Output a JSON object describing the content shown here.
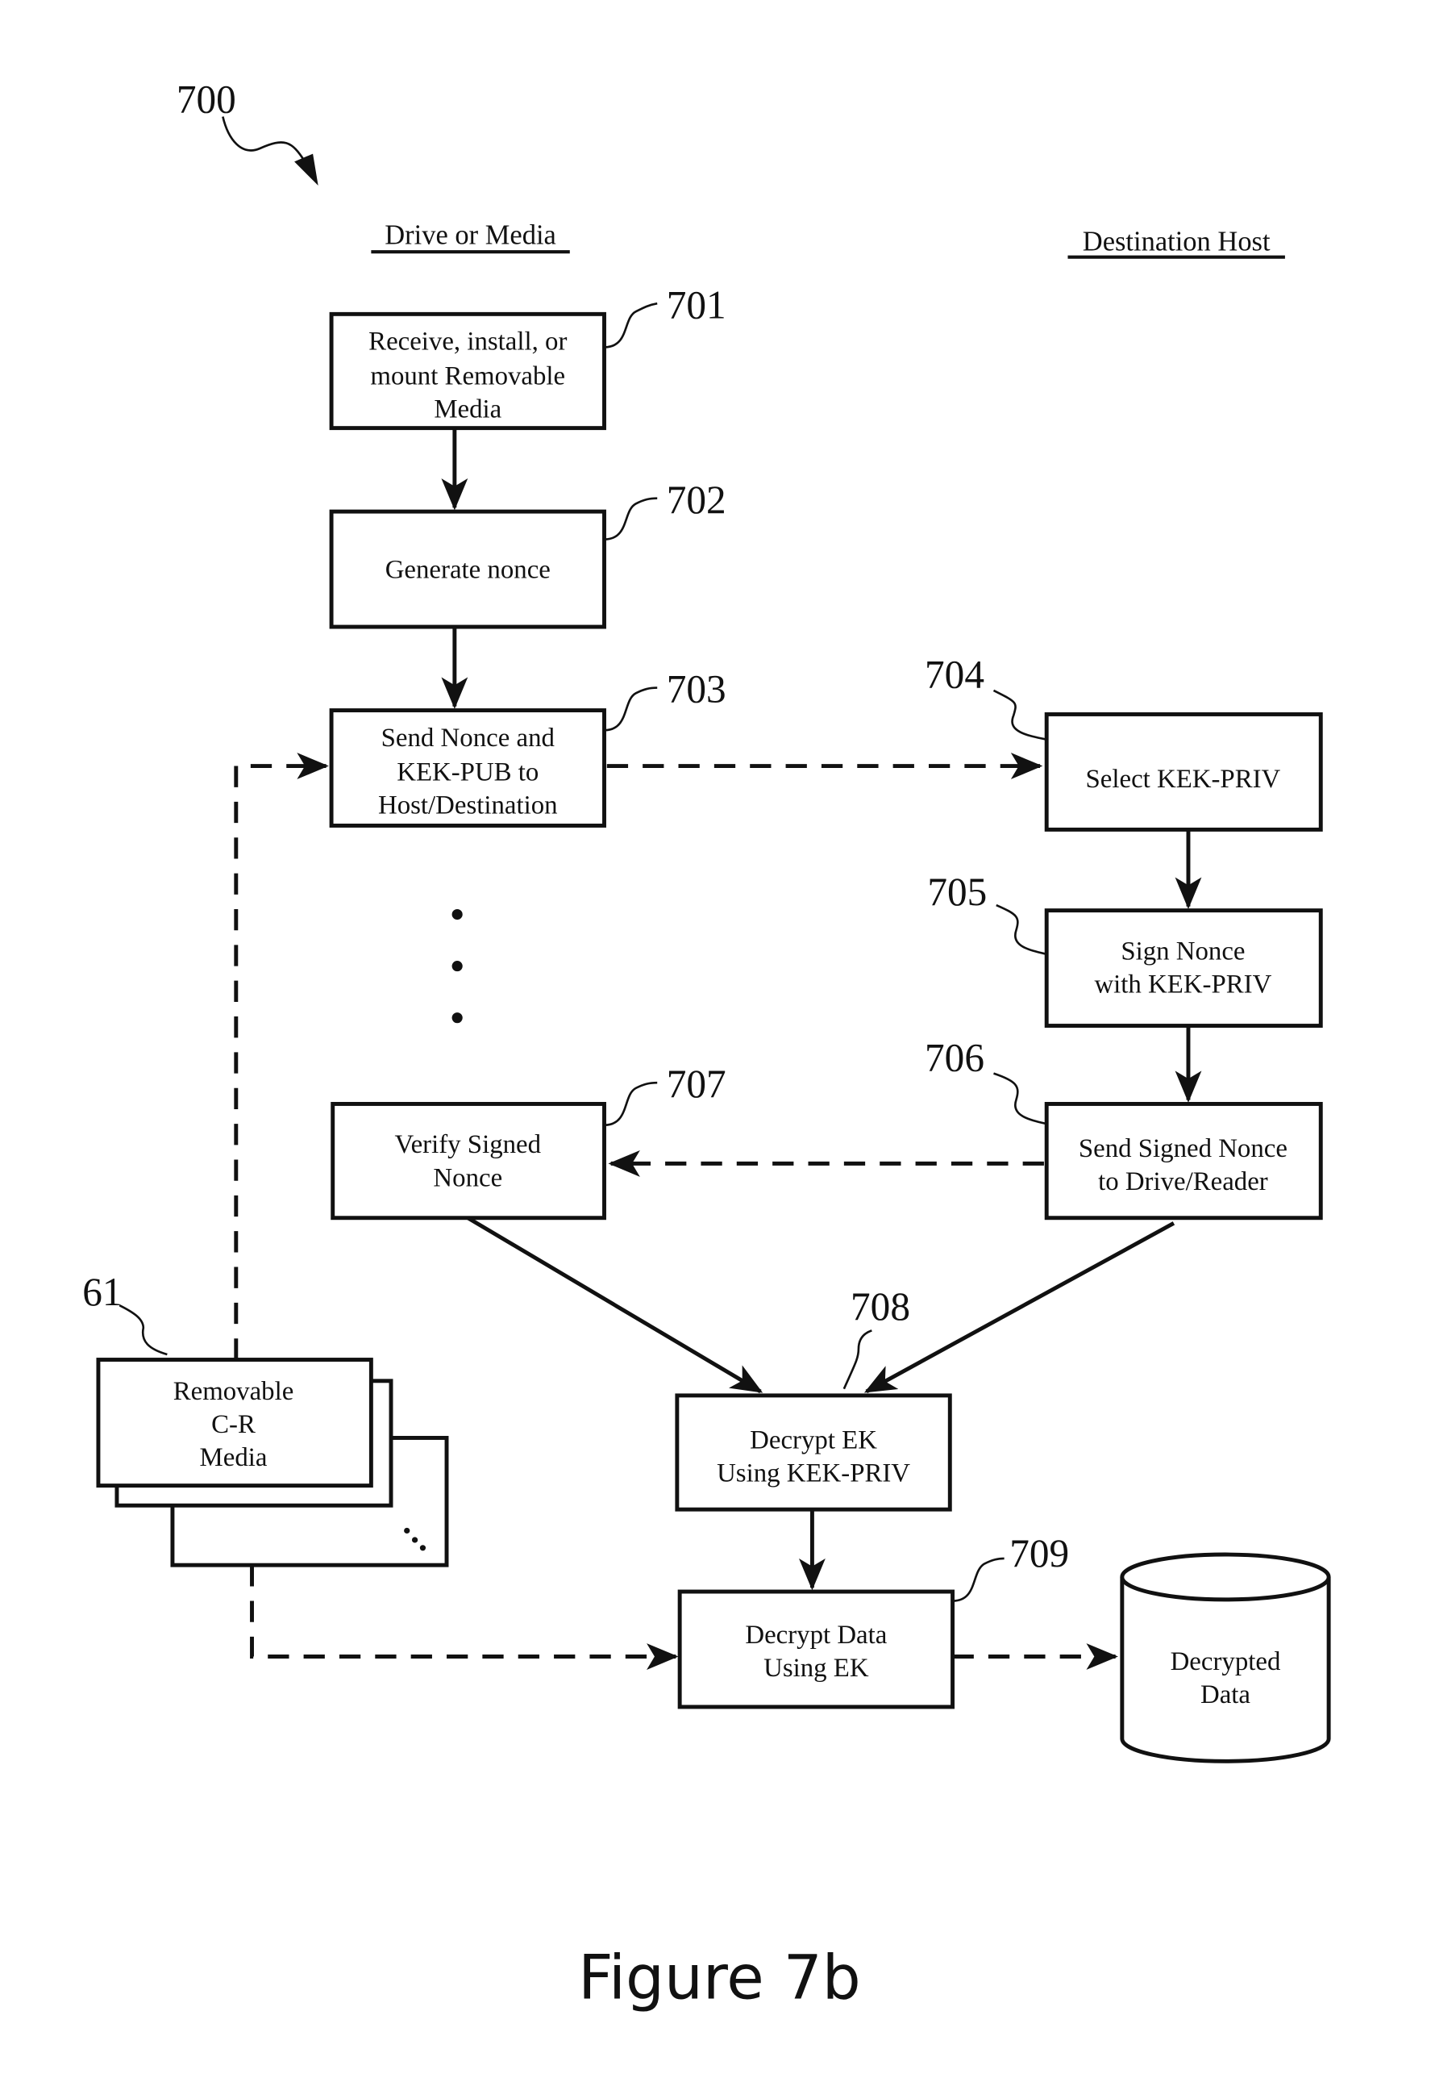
{
  "figure": {
    "ref": "700",
    "caption": "Figure 7b",
    "columns": {
      "left": "Drive or Media",
      "right": "Destination Host"
    }
  },
  "steps": [
    {
      "id": "701",
      "lines": [
        "Receive, install, or",
        "mount Removable",
        "Media"
      ]
    },
    {
      "id": "702",
      "lines": [
        "Generate nonce"
      ]
    },
    {
      "id": "703",
      "lines": [
        "Send Nonce and",
        "KEK-PUB to",
        "Host/Destination"
      ]
    },
    {
      "id": "704",
      "lines": [
        "Select KEK-PRIV"
      ]
    },
    {
      "id": "705",
      "lines": [
        "Sign Nonce",
        "with KEK-PRIV"
      ]
    },
    {
      "id": "706",
      "lines": [
        "Send Signed Nonce",
        "to Drive/Reader"
      ]
    },
    {
      "id": "707",
      "lines": [
        "Verify Signed",
        "Nonce"
      ]
    },
    {
      "id": "708",
      "lines": [
        "Decrypt EK",
        "Using KEK-PRIV"
      ]
    },
    {
      "id": "709",
      "lines": [
        "Decrypt Data",
        "Using EK"
      ]
    }
  ],
  "media": {
    "id": "61",
    "lines": [
      "Removable",
      "C-R",
      "Media"
    ]
  },
  "output": {
    "lines": [
      "Decrypted",
      "Data"
    ]
  },
  "connections": [
    {
      "from": "701",
      "to": "702",
      "style": "solid"
    },
    {
      "from": "702",
      "to": "703",
      "style": "solid"
    },
    {
      "from": "703",
      "to": "704",
      "style": "dashed"
    },
    {
      "from": "704",
      "to": "705",
      "style": "solid"
    },
    {
      "from": "705",
      "to": "706",
      "style": "solid"
    },
    {
      "from": "706",
      "to": "707",
      "style": "dashed"
    },
    {
      "from": "707",
      "to": "708",
      "style": "solid"
    },
    {
      "from": "706",
      "to": "708",
      "style": "solid"
    },
    {
      "from": "708",
      "to": "709",
      "style": "solid"
    },
    {
      "from": "61",
      "to": "703",
      "style": "dashed"
    },
    {
      "from": "61",
      "to": "709",
      "style": "dashed"
    },
    {
      "from": "709",
      "to": "Decrypted Data",
      "style": "dashed"
    }
  ]
}
